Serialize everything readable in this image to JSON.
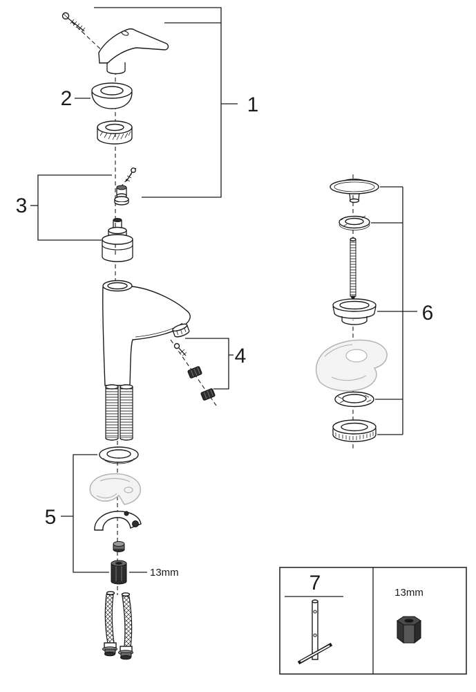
{
  "diagram": {
    "callouts": {
      "c1": "1",
      "c2": "2",
      "c3": "3",
      "c4": "4",
      "c5": "5",
      "c6": "6",
      "c7": "7"
    },
    "labels": {
      "hex_size_inline": "13mm",
      "hex_size_box": "13mm"
    },
    "colors": {
      "line": "#1a1a1a",
      "ghost": "#b3b3b3",
      "dark": "#2e2e2e",
      "background": "#ffffff"
    }
  }
}
